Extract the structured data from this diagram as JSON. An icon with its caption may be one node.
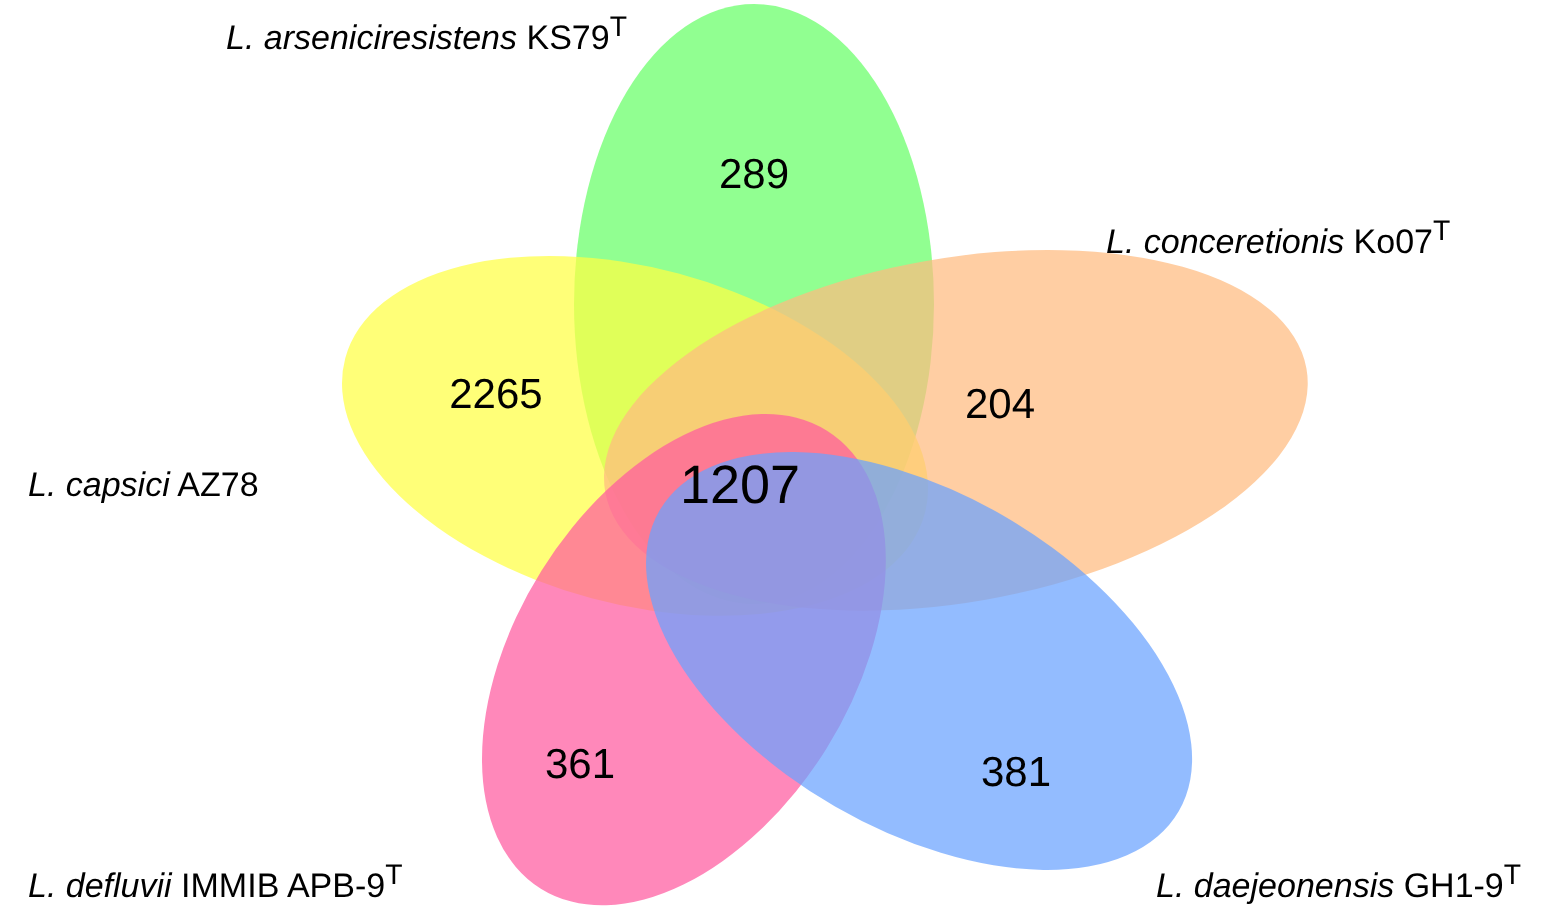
{
  "diagram": {
    "nodes": [
      {
        "text": [
          "289"
        ],
        "beside": [
          "*L. arseniciresistens* KS79$^{T}$"
        ]
      },
      {
        "text": [
          "2265"
        ],
        "beside": [
          "*L. capsici* AZ78"
        ]
      },
      {
        "text": [
          "204"
        ],
        "beside": [
          "*L. conceretionis* Ko07$^{T}$"
        ]
      },
      {
        "text": [
          "361"
        ],
        "beside": [
          "*L. defluvii* IMMIB APB-9$^{T}$"
        ]
      },
      {
        "text": [
          "381"
        ],
        "beside": [
          "*L. daejeonensis* GH1-9$^{T}$"
        ]
      }
    ],
    "labels": [
      "1207"
    ]
  }
}
